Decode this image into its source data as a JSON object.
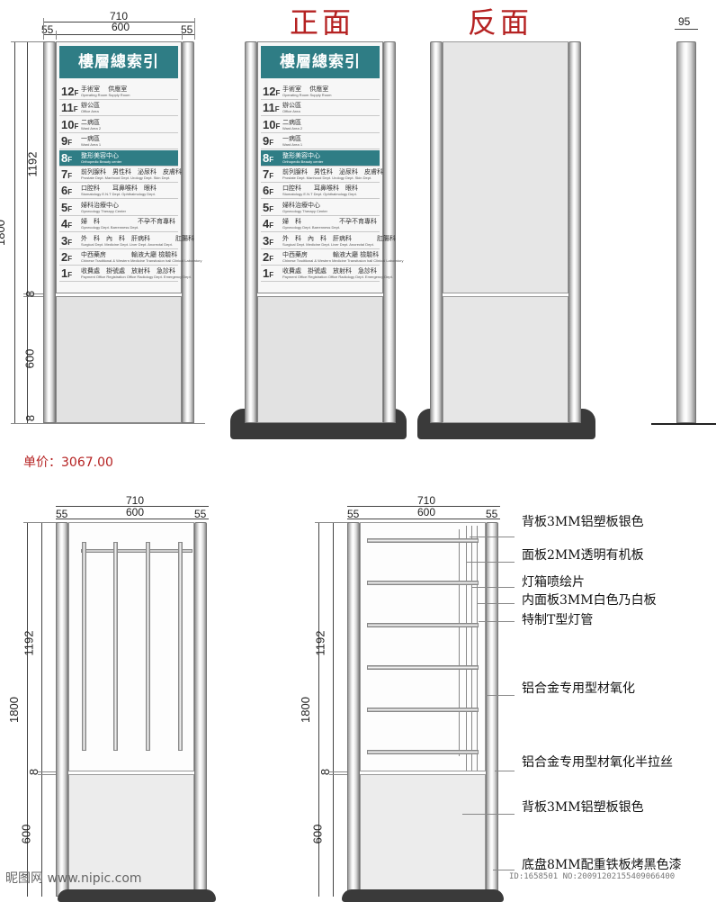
{
  "titles": {
    "front": "正面",
    "back": "反面"
  },
  "price": "单价：3067.00",
  "dims": {
    "total_width": "710",
    "inner_width": "600",
    "post_width": "55",
    "side_width": "95",
    "total_height": "1800",
    "panel_height": "1192",
    "gap": "8",
    "lower_height": "600"
  },
  "sign": {
    "header": "樓層總索引",
    "floors": [
      {
        "num": "12",
        "dept": "手術室　 供應室",
        "sub": "Operating Room   Supply Room",
        "highlight": false
      },
      {
        "num": "11",
        "dept": "辦公區",
        "sub": "Office Area",
        "highlight": false
      },
      {
        "num": "10",
        "dept": "二病區",
        "sub": "Ward Area 2",
        "highlight": false
      },
      {
        "num": "9",
        "dept": "一病區",
        "sub": "Ward Area 1",
        "highlight": false
      },
      {
        "num": "8",
        "dept": "整形美容中心",
        "sub": "Orthopedic Beauty center",
        "highlight": true
      },
      {
        "num": "7",
        "dept": "前列腺科　男性科　泌尿科　皮膚科",
        "sub": "Prostate Dept.  Manhood Dept.  Urology Dept.  Skin Dept.",
        "highlight": false
      },
      {
        "num": "6",
        "dept": "口腔科　　耳鼻喉科　眼科",
        "sub": "Stomatology   E.N.T Dept.   Ophthalmology Dept.",
        "highlight": false
      },
      {
        "num": "5",
        "dept": "婦科治療中心",
        "sub": "Gynecology Therapy Center",
        "highlight": false
      },
      {
        "num": "4",
        "dept": "婦　科　　　　　　不孕不育專科",
        "sub": "Gynecology Dept.          Barrenness Dept.",
        "highlight": false
      },
      {
        "num": "3",
        "dept": "外　科　內　科　肝病科　　　　肛腸科",
        "sub": "Surgical Dept. Medicine Dept. Liver Dept. Anorectal Dept.",
        "highlight": false
      },
      {
        "num": "2",
        "dept": "中西藥房　　　　輸液大廳 檢驗科",
        "sub": "Chinese Traditional & Western Medicine  Transfusion hall  Clinical Laboratory",
        "highlight": false
      },
      {
        "num": "1",
        "dept": "收費處　掛號處　放射科　急診科",
        "sub": "Payment Office  Registration Office  Radiology Dept.  Emergency Dept.",
        "highlight": false
      }
    ]
  },
  "callouts": [
    "背板3MM铝塑板银色",
    "面板2MM透明有机板",
    "灯箱喷绘片",
    "内面板3MM白色乃白板",
    "特制T型灯管",
    "铝合金专用型材氧化",
    "铝合金专用型材氧化半拉丝",
    "背板3MM铝塑板银色",
    "底盘8MM配重铁板烤黑色漆"
  ],
  "watermark": {
    "logo": "昵图网 www.nipic.com",
    "id": "ID:1658501 NO:20091202155409066400"
  }
}
